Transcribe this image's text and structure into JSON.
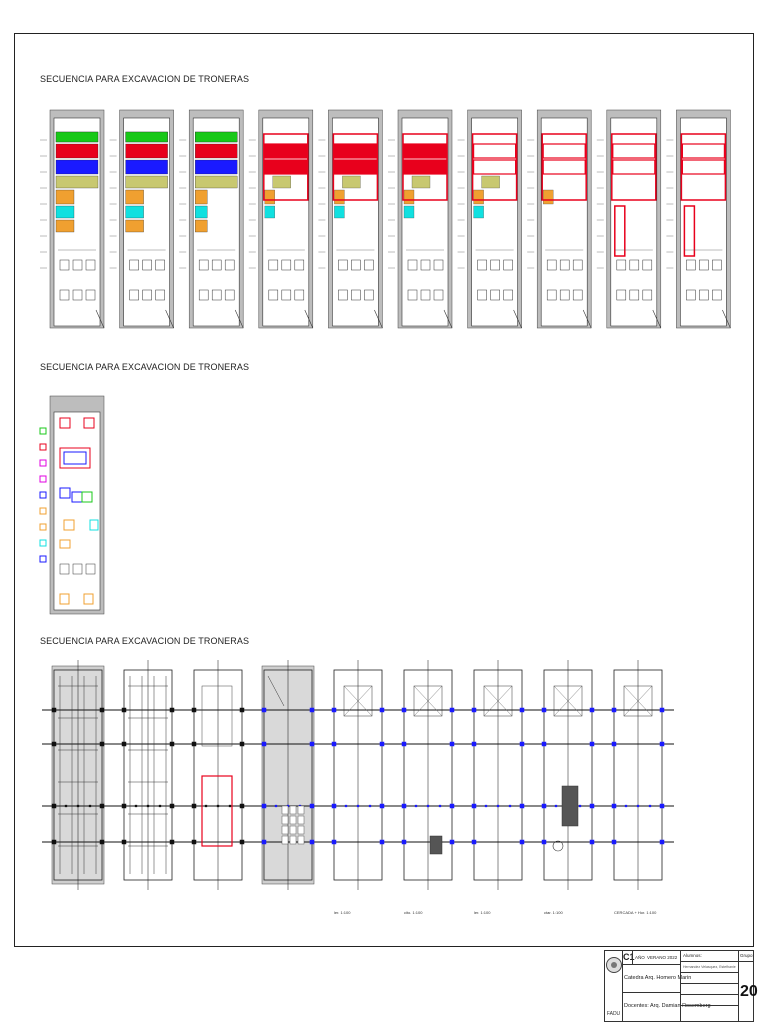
{
  "sections": [
    {
      "title": "SECUENCIA PARA EXCAVACION DE TRONERAS"
    },
    {
      "title": "SECUENCIA PARA EXCAVACION DE TRONERAS"
    },
    {
      "title": "SECUENCIA PARA EXCAVACION DE TRONERAS"
    }
  ],
  "structural_plan_labels": [
    "",
    "",
    "",
    "",
    "ler. 1:100",
    "cito. 1:100",
    "ler. 1:100",
    "ctar. 1:100",
    "CERCADA + Hor. 1:100"
  ],
  "title_block": {
    "code": "C1",
    "anio_label": "AÑO",
    "verano": "VERANO 2022",
    "catedra": "Catedra Arq. Homero Marin",
    "docentes": "Docentes: Arq. Damian Rosemberg",
    "alumnos_label": "Alumnos:",
    "alumnos_names": "Hernandez Velasquez, Estefhanie",
    "grupo_label": "Grupo:",
    "grupo_number": "20",
    "logo_text": "FADU"
  },
  "colors": {
    "red": "#e8001c",
    "magenta": "#e000e0",
    "blue": "#1a1aff",
    "green": "#18c818",
    "orange": "#f0a030",
    "cyan": "#10e0e0",
    "olive": "#c8c870",
    "wall_gray": "#bdbdbd"
  }
}
